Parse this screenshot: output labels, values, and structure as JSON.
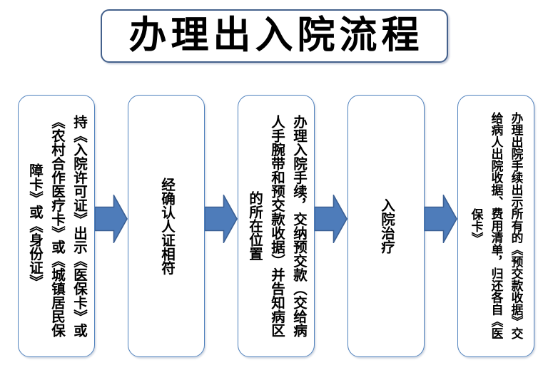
{
  "title": "办理出入院流程",
  "flow": {
    "steps": [
      {
        "text": "持《入院许可证》出示《医保卡》或《农村合作医疗卡》或《城镇居民保障卡》或《身份证》"
      },
      {
        "text": "经确认人证相符"
      },
      {
        "text": "办理入院手续，交纳预交款（交给病人手腕带和预交款收据）并告知病区的所在位置"
      },
      {
        "text": "入院治疗"
      },
      {
        "text": "办理出院手续出示所有的《预交款收据》交给病人出院收据、费用清单，归还各自《医保卡》"
      }
    ]
  },
  "colors": {
    "arrow_fill": "#4e7cba",
    "arrow_stroke": "#3a5f93",
    "box_border": "#4f81bd",
    "title_border": "#44618c",
    "text": "#000000",
    "background": "#ffffff"
  }
}
